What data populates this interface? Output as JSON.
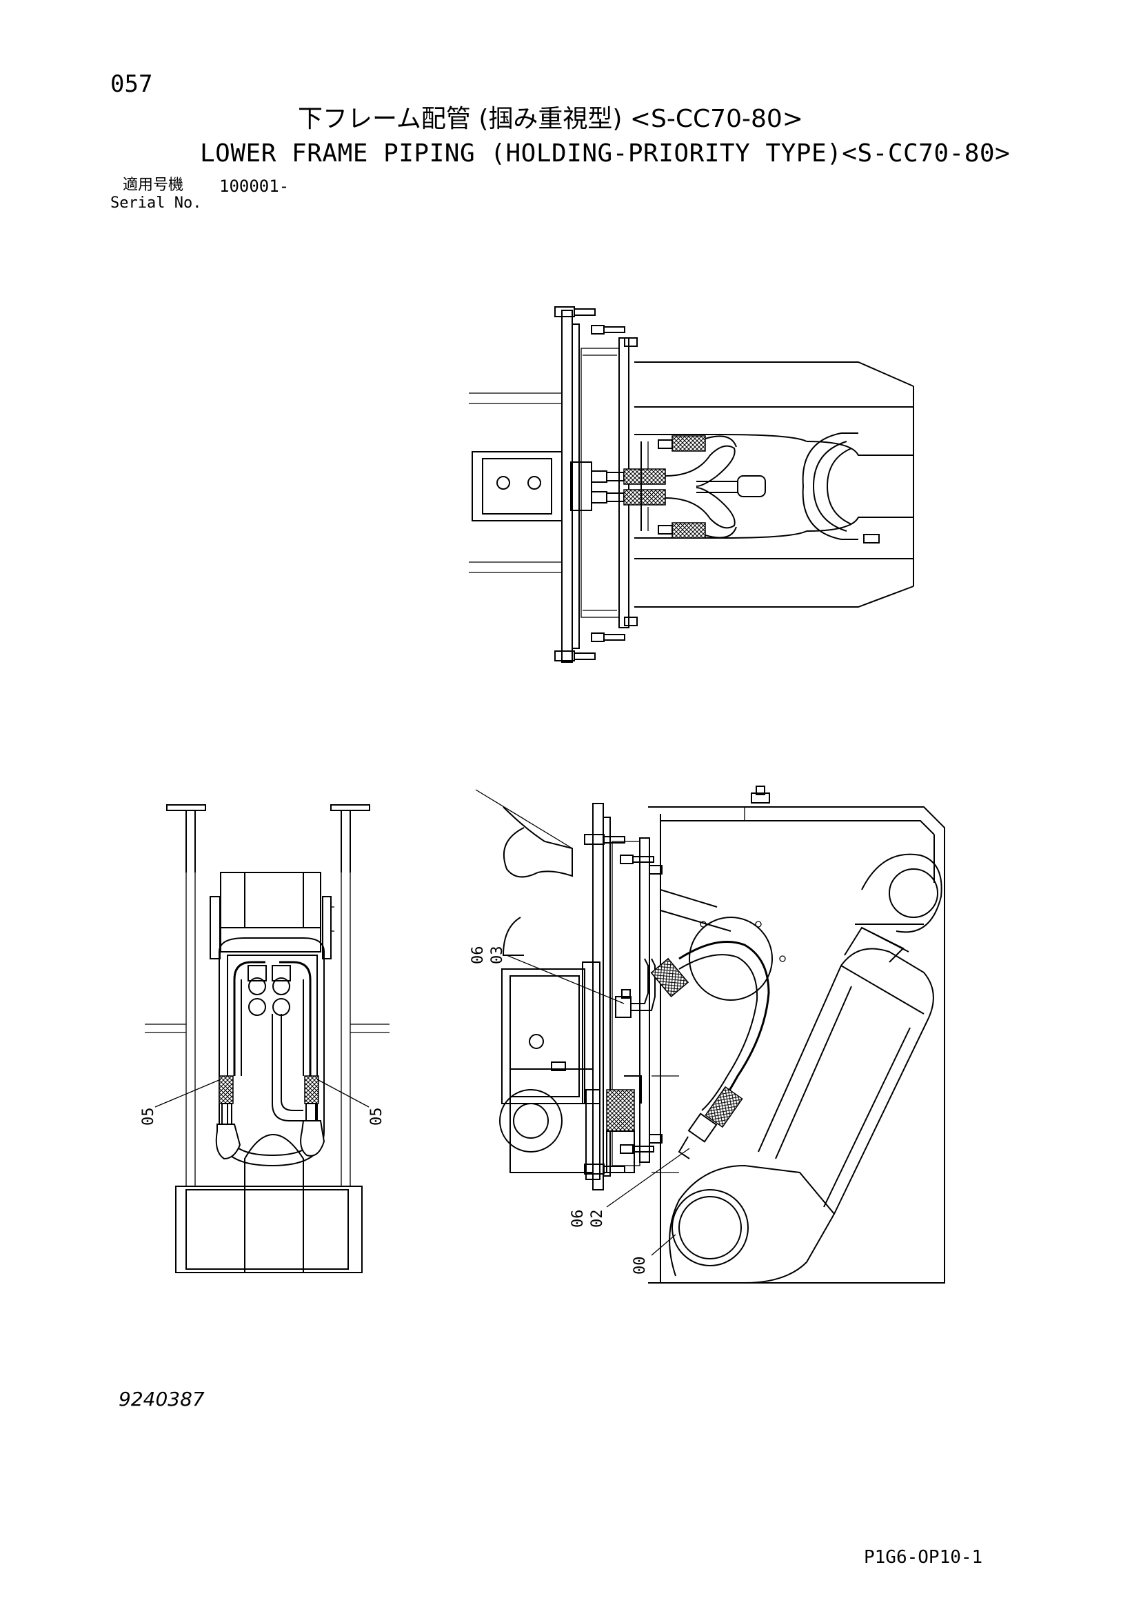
{
  "header": {
    "page_number": "057",
    "title_jp": "下フレーム配管 (掴み重視型) <S-CC70-80>",
    "title_en": "LOWER FRAME PIPING (HOLDING-PRIORITY TYPE)<S-CC70-80>",
    "serial_label_jp": "適用号機",
    "serial_value": "100001-",
    "serial_label_en": "Serial No."
  },
  "callouts": {
    "left_view_a": "05",
    "left_view_b": "05",
    "side_view_top_a": "06",
    "side_view_top_b": "03",
    "side_view_bottom_a": "06",
    "side_view_bottom_b": "02",
    "side_view_frame": "00"
  },
  "footer": {
    "drawing_no": "9240387",
    "sheet_code": "P1G6-OP10-1"
  }
}
